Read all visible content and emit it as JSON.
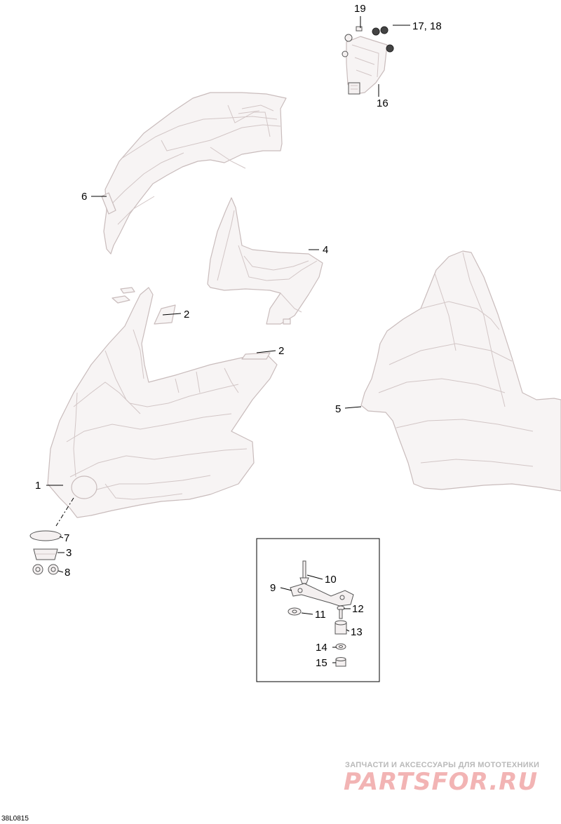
{
  "callouts": {
    "c1": "1",
    "c2a": "2",
    "c2b": "2",
    "c3": "3",
    "c4": "4",
    "c5": "5",
    "c6": "6",
    "c7": "7",
    "c8": "8",
    "c9": "9",
    "c10": "10",
    "c11": "11",
    "c12": "12",
    "c13": "13",
    "c14": "14",
    "c15": "15",
    "c16": "16",
    "c17_18": "17, 18",
    "c19": "19"
  },
  "watermark": {
    "tagline": "ЗАПЧАСТИ И АКСЕССУАРЫ ДЛЯ МОТОТЕХНИКИ",
    "logo": "PARTSFOR.RU"
  },
  "diagram_code": "38L0815"
}
